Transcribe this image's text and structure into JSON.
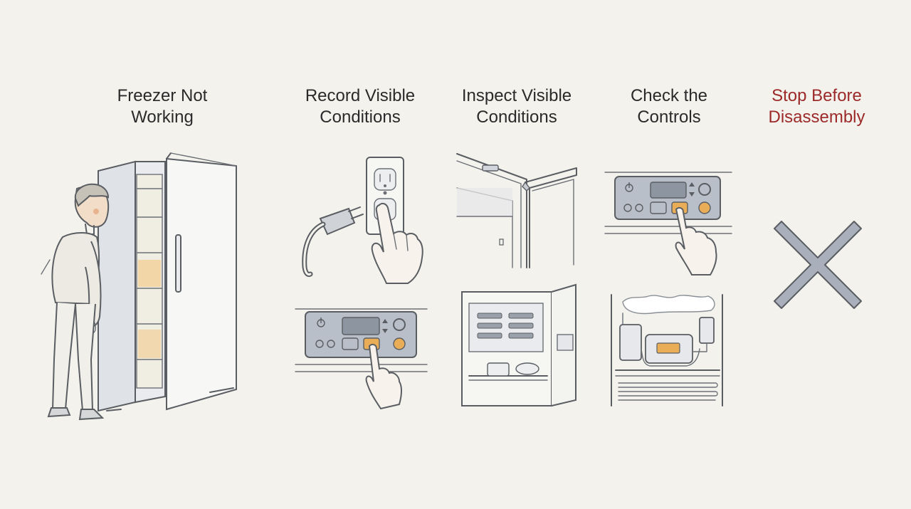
{
  "steps": [
    {
      "id": "freezer-not-working",
      "line1": "Freezer Not",
      "line2": "Working"
    },
    {
      "id": "record-visible-conditions",
      "line1": "Record Visible",
      "line2": "Conditions"
    },
    {
      "id": "inspect-visible-conditions",
      "line1": "Inspect Visible",
      "line2": "Conditions"
    },
    {
      "id": "check-the-controls",
      "line1": "Check the",
      "line2": "Controls"
    },
    {
      "id": "stop-before-disassembly",
      "line1": "Stop Before",
      "line2": "Disassembly"
    }
  ],
  "colors": {
    "background": "#f3f2ec",
    "title_text": "#2a2a2a",
    "stop_text": "#9c2a2a",
    "ink": "#5a5e63",
    "panel_fill": "#b9bfc8",
    "accent_orange": "#e9ad57",
    "x_mark": "#a9b0bb"
  },
  "icons": [
    "person-icon",
    "open-freezer-icon",
    "wall-outlet-icon",
    "plug-icon",
    "hand-icon",
    "control-panel-icon",
    "door-seal-icon",
    "freezer-interior-icon",
    "compressor-icon",
    "x-mark-icon"
  ]
}
